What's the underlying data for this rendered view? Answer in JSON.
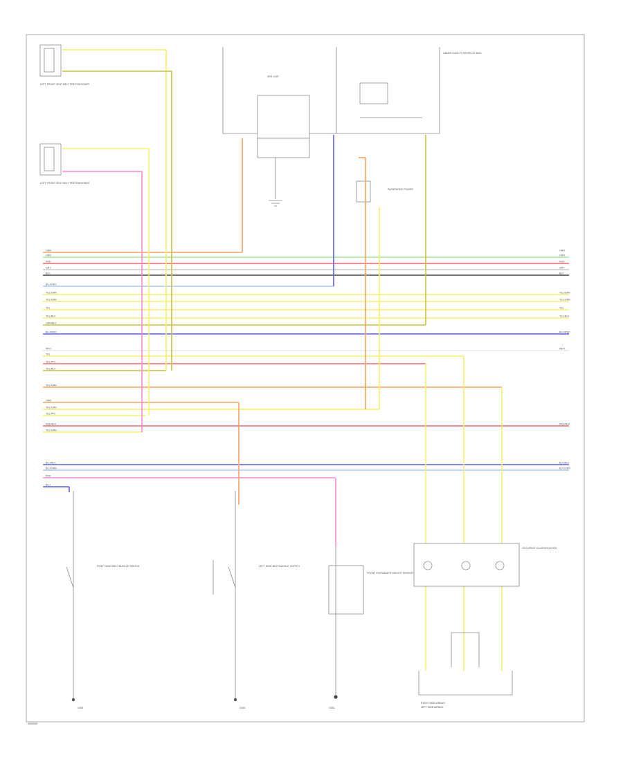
{
  "diagram": {
    "footer_code": "0000000",
    "wire_colors": {
      "orange": "#ffa060",
      "green": "#9ee89e",
      "red": "#ff6060",
      "light_gray": "#c8c8c8",
      "black": "#444444",
      "light_blue": "#a8c8ff",
      "yellow": "#f4f06a",
      "blue": "#5a5aff",
      "pink": "#ff8ad0",
      "dark_yellow": "#c8c23a",
      "white": "#e8e8e8"
    },
    "bus_labels": [
      {
        "left": "ORN",
        "right": "ORN"
      },
      {
        "left": "GRN",
        "right": "GRN"
      },
      {
        "left": "RED",
        "right": "RED"
      },
      {
        "left": "GRY",
        "right": "GRY"
      },
      {
        "left": "BLK",
        "right": "BLK"
      },
      {
        "left": "BLU/GRY",
        "right": ""
      },
      {
        "left": "YEL/GRN",
        "right": "YEL/GRN"
      },
      {
        "left": "YEL/GRN",
        "right": "YEL/GRN"
      },
      {
        "left": "YEL",
        "right": "YEL"
      },
      {
        "left": "YEL/BLK",
        "right": "YEL/BLK"
      },
      {
        "left": "GRN/BLK",
        "right": ""
      },
      {
        "left": "BLU/RED",
        "right": "BLU/RED"
      },
      {
        "left": "WHT",
        "right": "WHT"
      },
      {
        "left": "YEL",
        "right": ""
      },
      {
        "left": "YEL/PPL",
        "right": ""
      },
      {
        "left": "YEL/BLK",
        "right": ""
      },
      {
        "left": "YEL/GRN",
        "right": ""
      },
      {
        "left": "ORN",
        "right": ""
      },
      {
        "left": "YEL/GRN",
        "right": ""
      },
      {
        "left": "YEL/PPL",
        "right": ""
      },
      {
        "left": "RED/BLK",
        "right": "RED/BLK"
      },
      {
        "left": "YEL/GRN",
        "right": ""
      },
      {
        "left": "BLU/BLK",
        "right": "BLU/BLK"
      },
      {
        "left": "BLU/GRN",
        "right": "BLU/GRN"
      },
      {
        "left": "PNK",
        "right": ""
      },
      {
        "left": "BLU",
        "right": ""
      }
    ],
    "components": {
      "left_front_pretensioner": "LEFT FRONT SEAT BELT PRETENSIONER",
      "left_front_seat_belt_pretensioner_2": "LEFT FRONT SEAT BELT PRETENSIONER",
      "srs_unit": "SRS UNIT",
      "under_dash_fuse": "UNDER-DASH FUSE/RELAY BOX",
      "passenger_power": "PASSENGER POWER",
      "right_seat_belt_buckle": "RIGHT SEAT BELT BUCKLE SWITCH",
      "left_seat_belt_buckle": "LEFT SEAT BELT BUCKLE SWITCH",
      "front_passenger_sensor": "FRONT PASSENGER WEIGHT SENSOR",
      "occupant_classification": "OCCUPANT CLASSIFICATION",
      "right_side_airbag": "RIGHT SIDE AIRBAG",
      "left_side_airbag": "LEFT SIDE AIRBAG",
      "ground_g501": "G501",
      "ground_g401": "G401",
      "ground_g551": "G551"
    }
  }
}
